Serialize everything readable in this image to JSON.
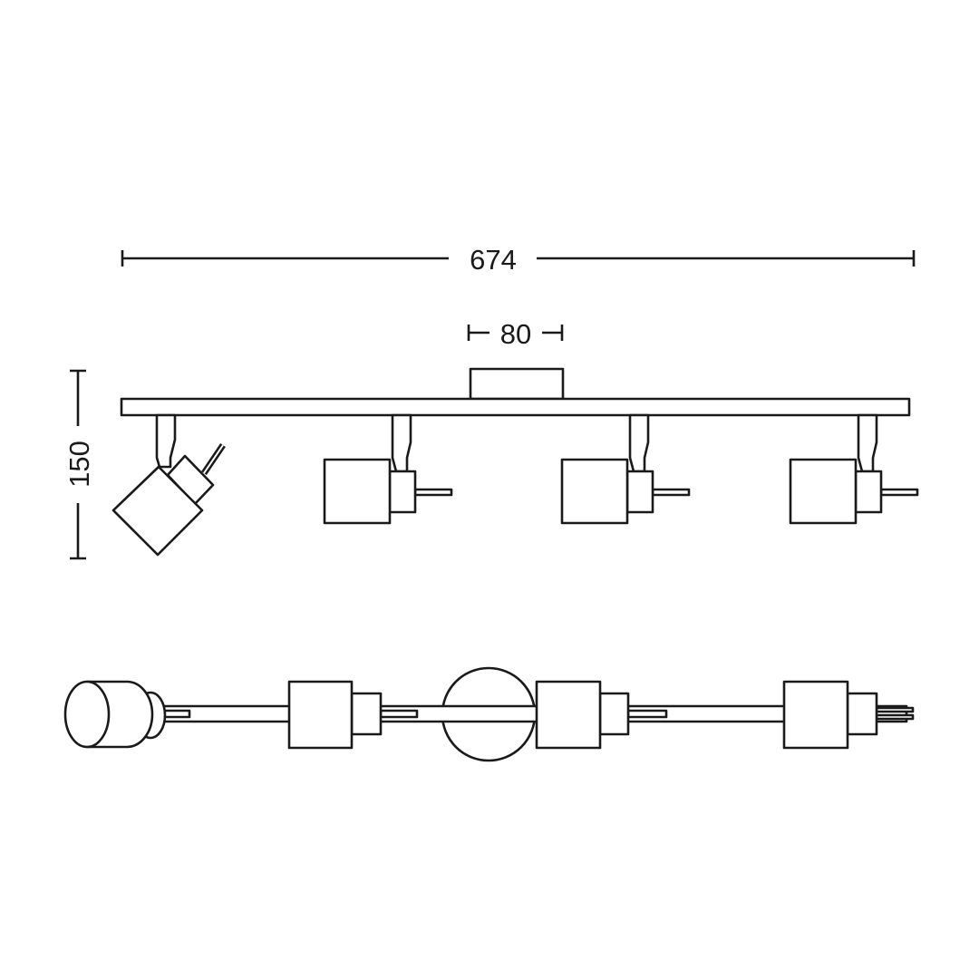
{
  "dimensions": {
    "total_width": "674",
    "canopy_width": "80",
    "height": "150"
  },
  "colors": {
    "line": "#1a1a1a",
    "background": "#ffffff"
  }
}
